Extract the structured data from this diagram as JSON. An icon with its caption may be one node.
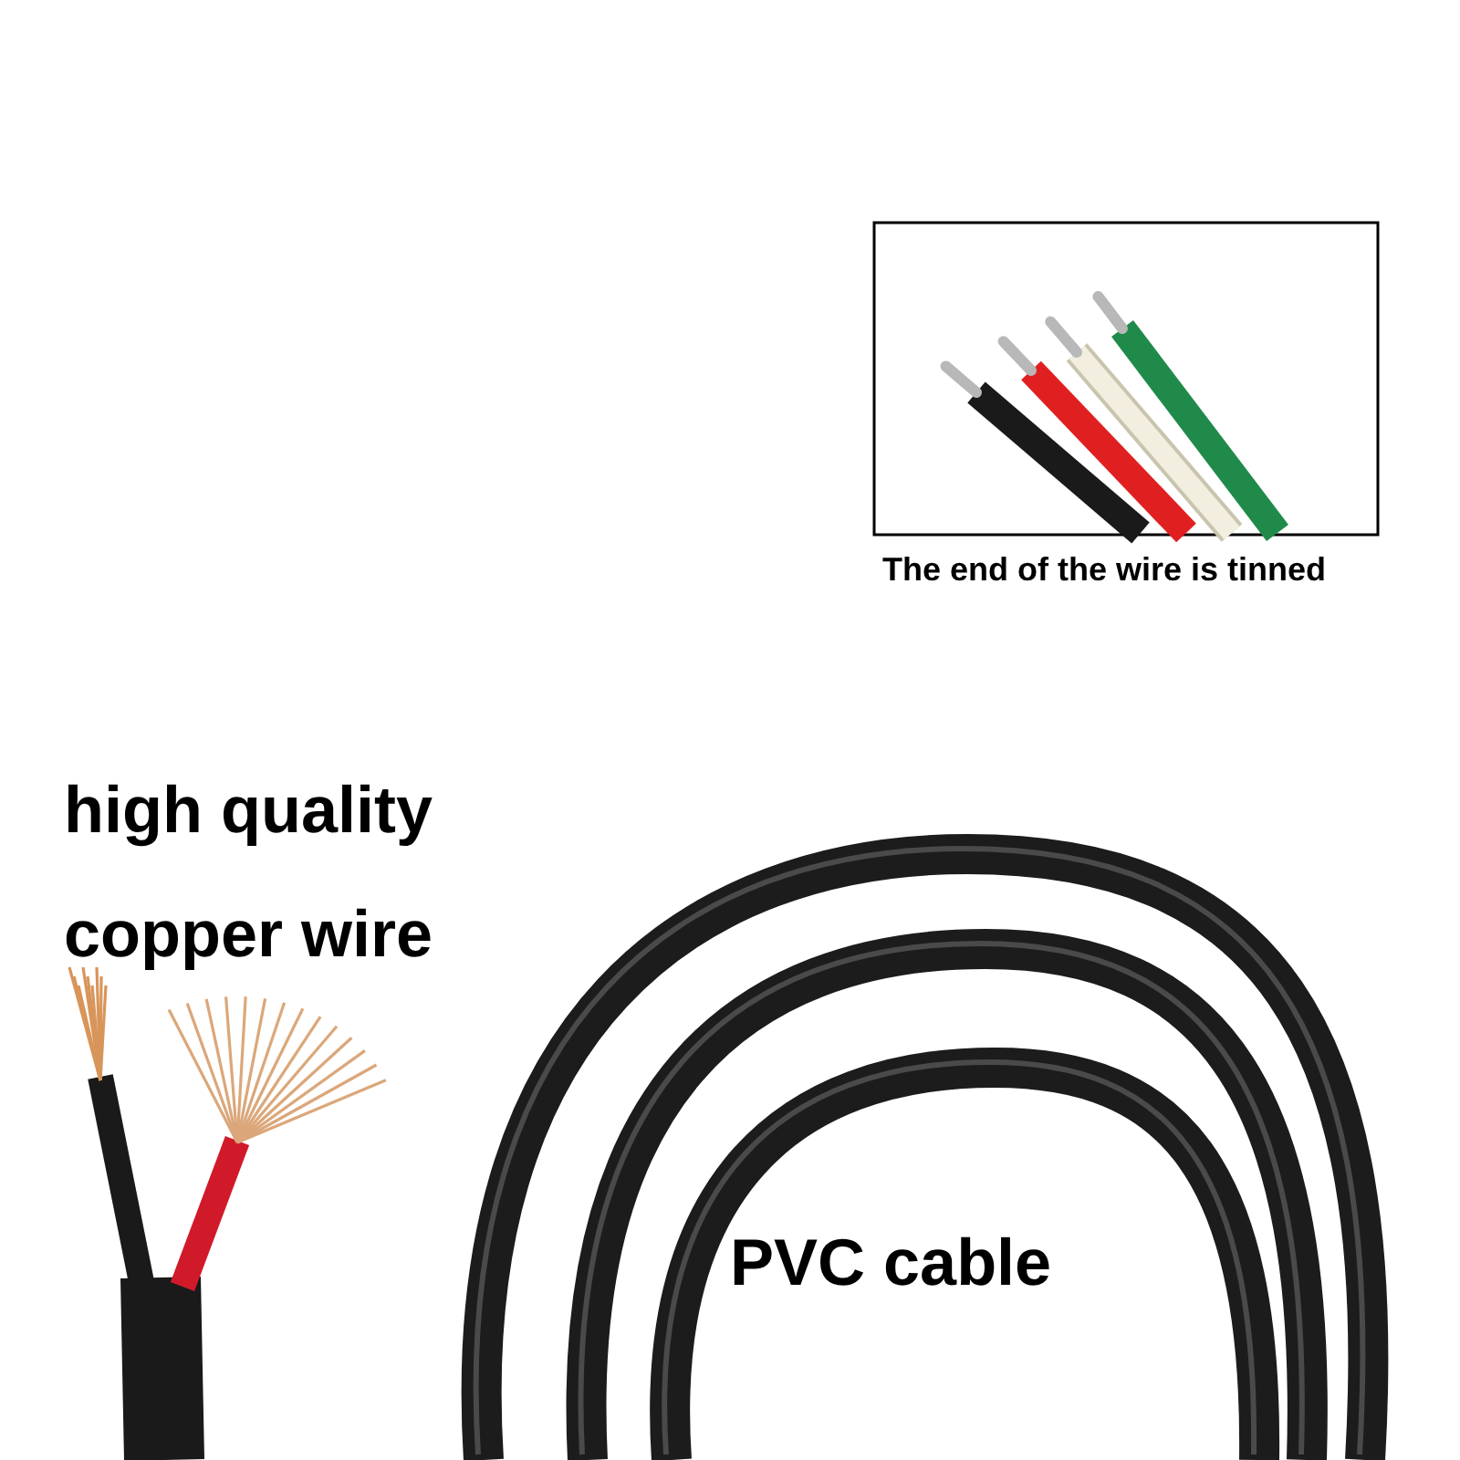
{
  "diagram": {
    "labels": [
      "The end of the wire is tinned",
      "high quality copper wire",
      "PVC cable"
    ]
  }
}
